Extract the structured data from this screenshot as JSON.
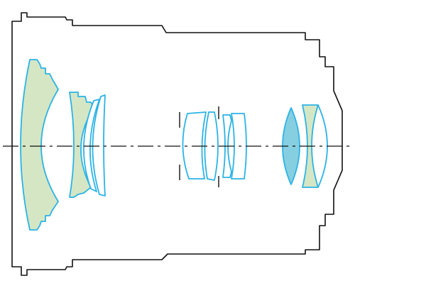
{
  "diagram": {
    "kind": "lens-construction-cross-section",
    "colors": {
      "background": "#ffffff",
      "barrel_outline": "#111111",
      "optical_axis": "#111111",
      "element_outline": "#2bb3e6",
      "element_fill_green": "#d5e6c5",
      "element_fill_blue": "#86cfe0",
      "element_fill_none": "#ffffff"
    },
    "element_groups": [
      {
        "name": "front-meniscus-group",
        "elements": 1
      },
      {
        "name": "second-group",
        "elements": 3
      },
      {
        "name": "middle-group-a",
        "elements": 2
      },
      {
        "name": "middle-group-b",
        "elements": 2
      },
      {
        "name": "rear-group",
        "elements": 2
      }
    ]
  }
}
